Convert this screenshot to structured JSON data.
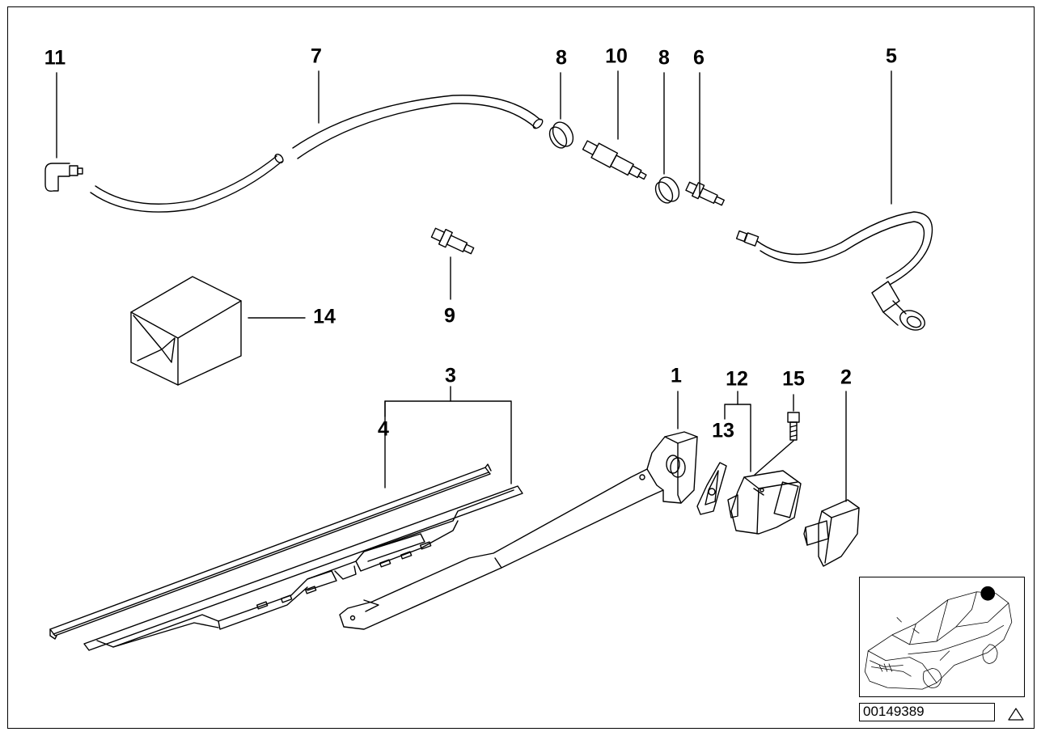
{
  "document_number": "00149389",
  "callouts": {
    "c1": "1",
    "c2": "2",
    "c3": "3",
    "c4": "4",
    "c5": "5",
    "c6": "6",
    "c7": "7",
    "c8a": "8",
    "c8b": "8",
    "c9": "9",
    "c10": "10",
    "c11": "11",
    "c12": "12",
    "c13": "13",
    "c14": "14",
    "c15": "15"
  },
  "icons": {
    "inset": "vehicle-location-icon",
    "warning": "warning-triangle-icon"
  }
}
